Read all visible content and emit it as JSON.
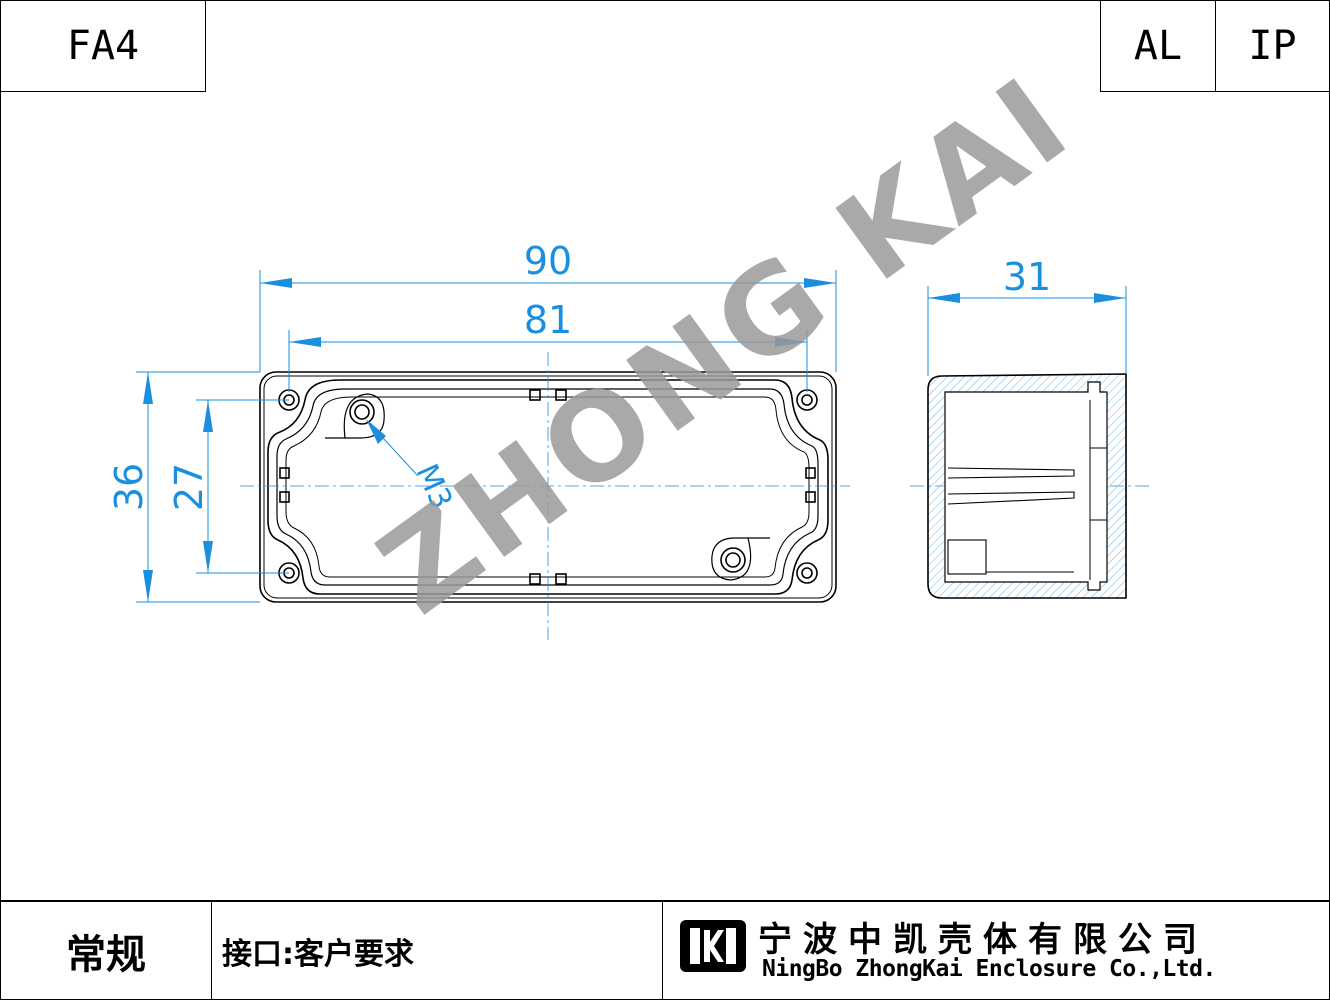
{
  "title_block": {
    "model": "FA4",
    "material": "AL",
    "protection": "IP",
    "standard": "常规",
    "interface": "接口:客户要求",
    "company_cn": "宁波中凯壳体有限公司",
    "company_en": "NingBo ZhongKai Enclosure Co.,Ltd."
  },
  "dimensions": {
    "overall_length": "90",
    "inner_length": "81",
    "overall_width": "36",
    "inner_width": "27",
    "height": "31",
    "thread": "M3"
  },
  "watermark": "ZHONG KAI",
  "colors": {
    "dimension": "#1a8fe0",
    "outline": "#000000",
    "watermark": "#9a9a9a",
    "hatch": "#6bb8e8"
  }
}
